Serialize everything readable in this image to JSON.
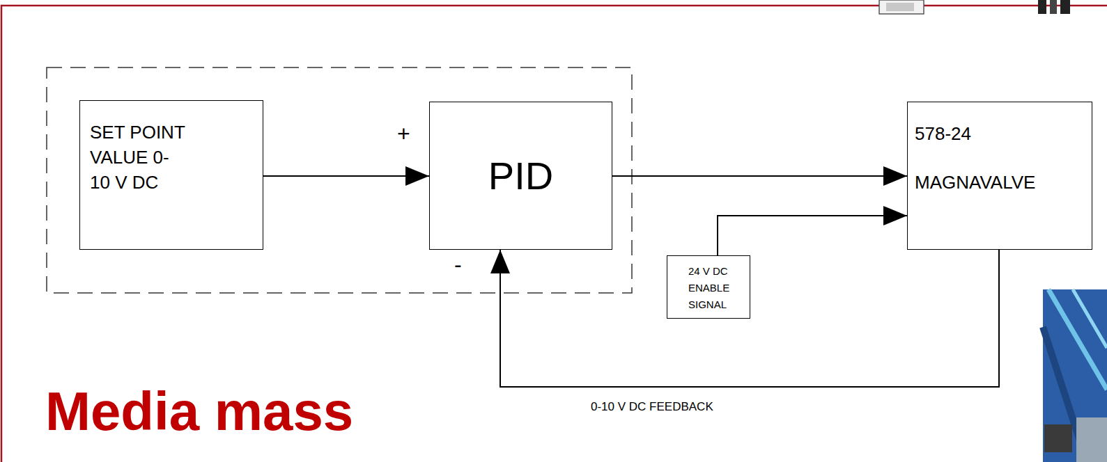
{
  "diagram": {
    "title": "Media mass",
    "nodes": [
      {
        "text": [
          "SET POINT VALUE 0-10 V DC"
        ]
      },
      {
        "text": [
          "PID"
        ]
      },
      {
        "text": [
          "578-24",
          "MAGNAVALVE"
        ]
      },
      {
        "text": [
          "24 V DC ENABLE SIGNAL"
        ]
      }
    ],
    "edges": [
      {
        "from": 0,
        "to": 1,
        "arrow": "to"
      },
      {
        "from": 1,
        "to": 2,
        "arrow": "to"
      },
      {
        "from": 3,
        "to": 2,
        "arrow": "to"
      },
      {
        "from": 2,
        "to": 1,
        "label": "0-10 V DC FEEDBACK",
        "arrow": "to"
      }
    ],
    "labels": [
      "+",
      "-"
    ]
  }
}
